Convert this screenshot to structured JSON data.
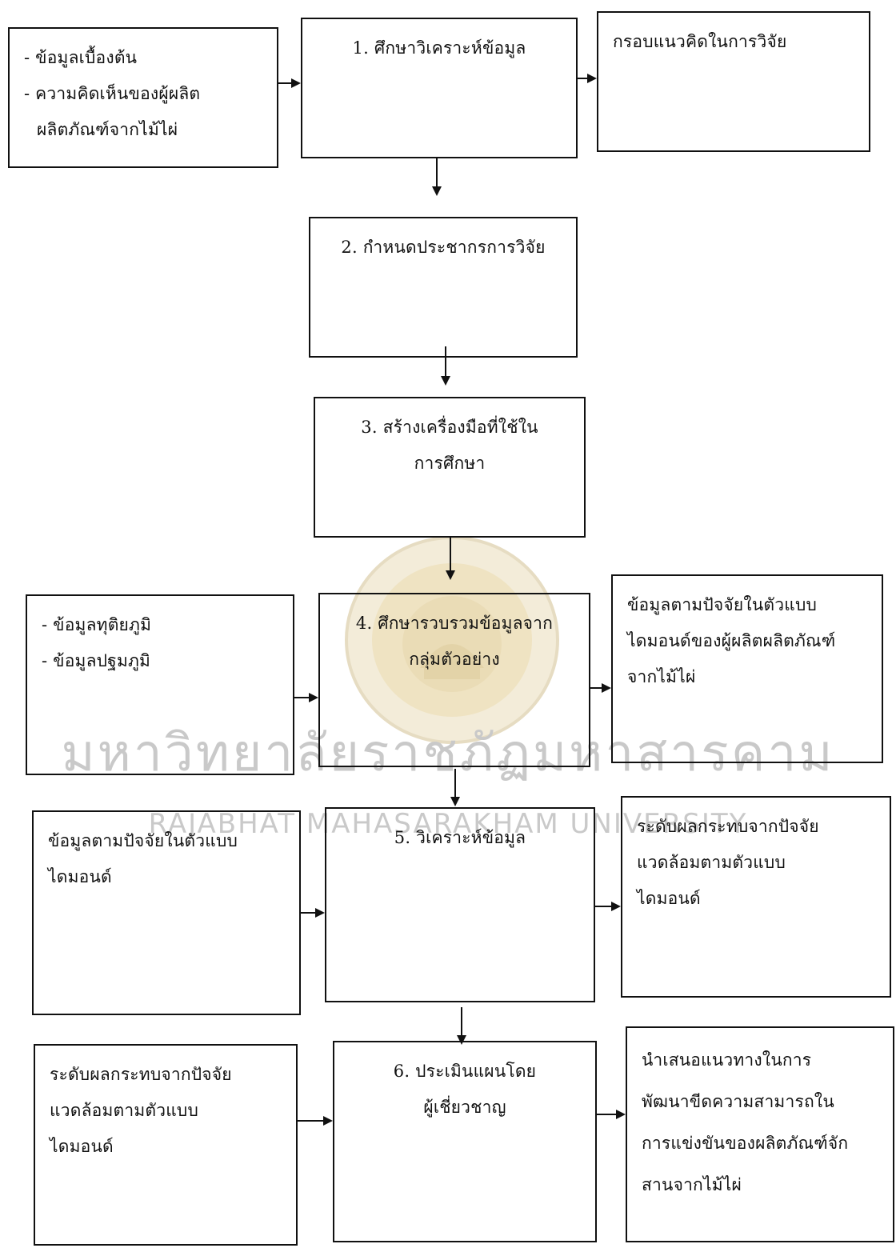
{
  "watermark": {
    "thai": "มหาวิทยาลัยราชภัฏมหาสารคาม",
    "english": "RAJABHAT MAHASARAKHAM UNIVERSITY",
    "seal": "university-seal"
  },
  "boxes": {
    "initial_data": {
      "lines": [
        "- ข้อมูลเบื้องต้น",
        "- ความคิดเห็นของผู้ผลิต",
        "  ผลิตภัณฑ์จากไม้ไผ่"
      ]
    },
    "step1": {
      "lines": [
        "1. ศึกษาวิเคราะห์ข้อมูล"
      ]
    },
    "framework": {
      "lines": [
        "กรอบแนวคิดในการวิจัย"
      ]
    },
    "step2": {
      "lines": [
        "2.  กำหนดประชากรการวิจัย"
      ]
    },
    "step3": {
      "lines": [
        "3. สร้างเครื่องมือที่ใช้ใน",
        "การศึกษา"
      ]
    },
    "sources": {
      "lines": [
        "-  ข้อมูลทุติยภูมิ",
        "-  ข้อมูลปฐมภูมิ"
      ]
    },
    "step4": {
      "lines": [
        "4. ศึกษารวบรวมข้อมูลจาก",
        "กลุ่มตัวอย่าง"
      ]
    },
    "diamond_data": {
      "lines": [
        "ข้อมูลตามปัจจัยในตัวแบบ",
        "ไดมอนด์ของผู้ผลิตผลิตภัณฑ์",
        "จากไม้ไผ่"
      ]
    },
    "diamond_input": {
      "lines": [
        "ข้อมูลตามปัจจัยในตัวแบบ",
        "ไดมอนด์"
      ]
    },
    "step5": {
      "lines": [
        "5.  วิเคราะห์ข้อมูล"
      ]
    },
    "impact_result": {
      "lines": [
        "ระดับผลกระทบจากปัจจัย",
        "แวดล้อมตามตัวแบบ",
        "ไดมอนด์"
      ]
    },
    "impact_input": {
      "lines": [
        "ระดับผลกระทบจากปัจจัย",
        "แวดล้อมตามตัวแบบ",
        "ไดมอนด์"
      ]
    },
    "step6": {
      "lines": [
        "6.  ประเมินแผนโดย",
        "ผู้เชี่ยวชาญ"
      ]
    },
    "guidelines": {
      "lines": [
        "นำเสนอแนวทางในการ",
        "พัฒนาขีดความสามารถใน",
        "การแข่งขันของผลิตภัณฑ์จัก",
        "สานจากไม้ไผ่"
      ]
    }
  }
}
